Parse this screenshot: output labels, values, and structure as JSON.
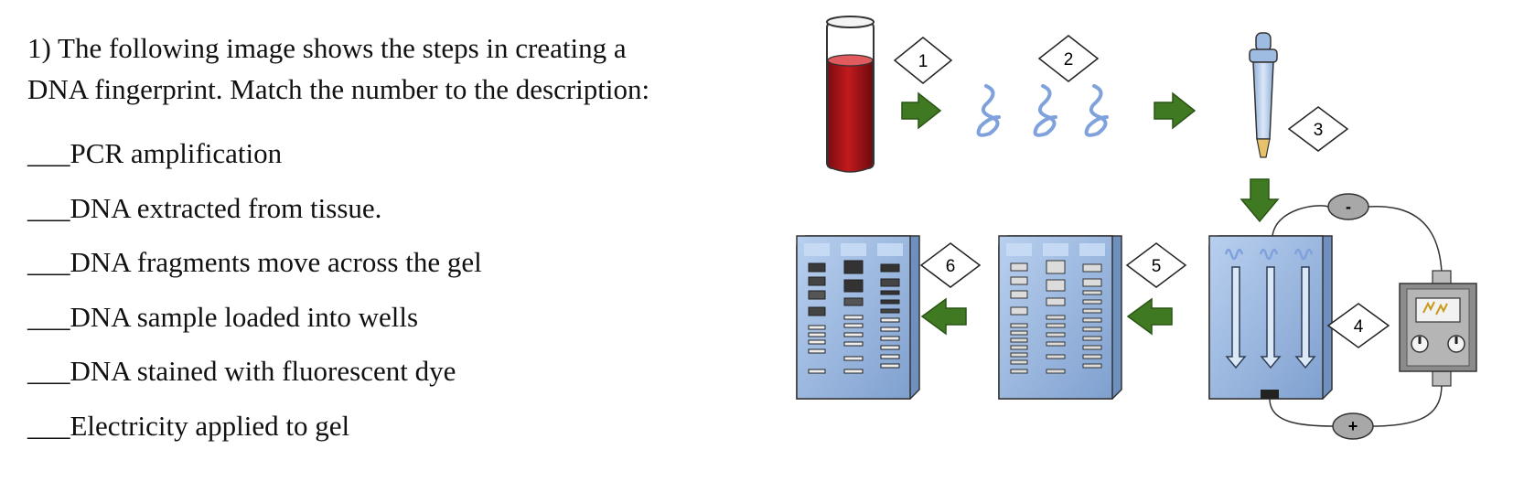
{
  "question": {
    "line1": "1) The following image shows the steps in creating a",
    "line2": "DNA fingerprint.  Match the number to the description:",
    "items": [
      {
        "blank": "___ ",
        "text": "PCR amplification"
      },
      {
        "blank": "___",
        "text": "DNA extracted from tissue."
      },
      {
        "blank": "___",
        "text": "DNA fragments move across the gel"
      },
      {
        "blank": "___",
        "text": "DNA sample loaded into wells"
      },
      {
        "blank": "___",
        "text": "DNA stained with fluorescent dye"
      },
      {
        "blank": "___",
        "text": "Electricity applied to gel"
      }
    ]
  },
  "figure": {
    "step_labels": [
      "1",
      "2",
      "3",
      "4",
      "5",
      "6"
    ],
    "negative_terminal": "-",
    "positive_terminal": "+",
    "colors": {
      "blood": "#b01418",
      "dna": "#7fa1dc",
      "gel": "#9fbde6",
      "arrow": "#3f7a22",
      "power_supply": "#9a9a9a"
    }
  }
}
